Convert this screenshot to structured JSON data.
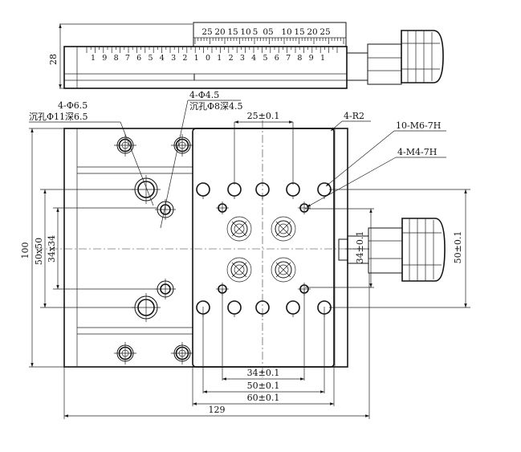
{
  "side_view": {
    "height_dim": "28",
    "vernier_top": [
      "25",
      "20",
      "15",
      "10",
      "5",
      "05",
      "10",
      "15",
      "20",
      "25"
    ],
    "scale_bottom": [
      "1",
      "9",
      "8",
      "7",
      "6",
      "5",
      "4",
      "3",
      "2",
      "1",
      "0",
      "1",
      "2",
      "3",
      "4",
      "5",
      "6",
      "7",
      "8",
      "9",
      "1"
    ]
  },
  "callouts": {
    "hole_large": "4-Φ6.5",
    "hole_large_cbore": "沉孔Φ11深6.5",
    "hole_small": "4-Φ4.5",
    "hole_small_cbore": "沉孔Φ8深4.5",
    "radius": "4-R2",
    "thread_m6": "10-M6-7H",
    "thread_m4": "4-M4-7H"
  },
  "dimensions": {
    "top_pitch": "25±0.1",
    "overall_height": "100",
    "left_outer": "50x50",
    "left_inner": "34x34",
    "right_inner": "34±0.1",
    "right_outer": "50±0.1",
    "bottom_34": "34±0.1",
    "bottom_50": "50±0.1",
    "bottom_60": "60±0.1",
    "overall_width": "129"
  }
}
